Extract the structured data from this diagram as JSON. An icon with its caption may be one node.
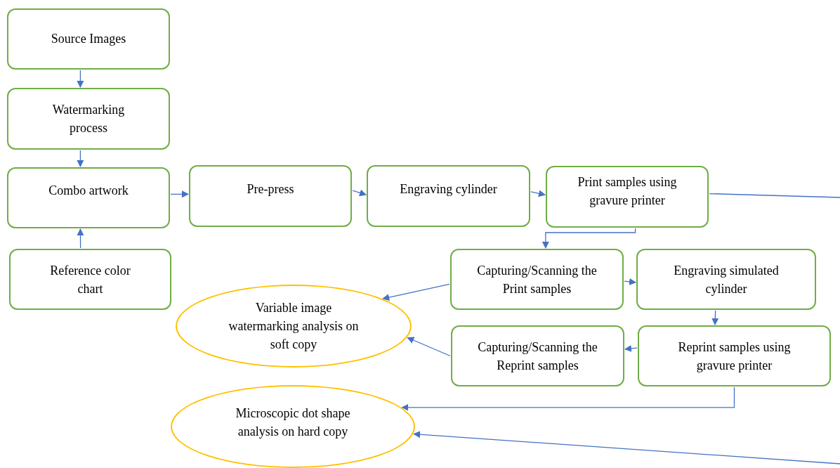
{
  "diagram": {
    "nodes": [
      {
        "text": [
          "Source Images"
        ]
      },
      {
        "text": [
          "Watermarking process"
        ]
      },
      {
        "text": [
          "Combo artwork"
        ]
      },
      {
        "text": [
          "Pre-press"
        ]
      },
      {
        "text": [
          "Engraving cylinder"
        ]
      },
      {
        "text": [
          "Print samples using gravure printer"
        ]
      },
      {
        "text": [
          "Reference color chart"
        ]
      },
      {
        "text": [
          "Capturing/Scanning the Print samples"
        ]
      },
      {
        "text": [
          "Engraving simulated cylinder"
        ]
      },
      {
        "text": [
          "Variable image watermarking analysis on soft copy"
        ]
      },
      {
        "text": [
          "Capturing/Scanning the Reprint samples"
        ]
      },
      {
        "text": [
          "Reprint samples using gravure printer"
        ]
      },
      {
        "text": [
          "Microscopic dot shape analysis on hard copy"
        ]
      }
    ],
    "edges": [
      {
        "from": 0,
        "to": 1,
        "arrow": "to"
      },
      {
        "from": 1,
        "to": 2,
        "arrow": "to"
      },
      {
        "from": 6,
        "to": 2,
        "arrow": "to"
      },
      {
        "from": 2,
        "to": 3,
        "arrow": "to"
      },
      {
        "from": 3,
        "to": 4,
        "arrow": "to"
      },
      {
        "from": 4,
        "to": 5,
        "arrow": "to"
      },
      {
        "from": 5,
        "to": 7,
        "arrow": "to"
      },
      {
        "from": 7,
        "to": 9,
        "arrow": "to"
      },
      {
        "from": 7,
        "to": 8,
        "arrow": "to"
      },
      {
        "from": 8,
        "to": 11,
        "arrow": "to"
      },
      {
        "from": 11,
        "to": 10,
        "arrow": "to"
      },
      {
        "from": 10,
        "to": 9,
        "arrow": "to"
      },
      {
        "from": 11,
        "to": 12,
        "arrow": "to"
      },
      {
        "from": 5,
        "to": null,
        "arrow": "none"
      },
      {
        "from": null,
        "to": 12,
        "arrow": "to"
      }
    ]
  }
}
